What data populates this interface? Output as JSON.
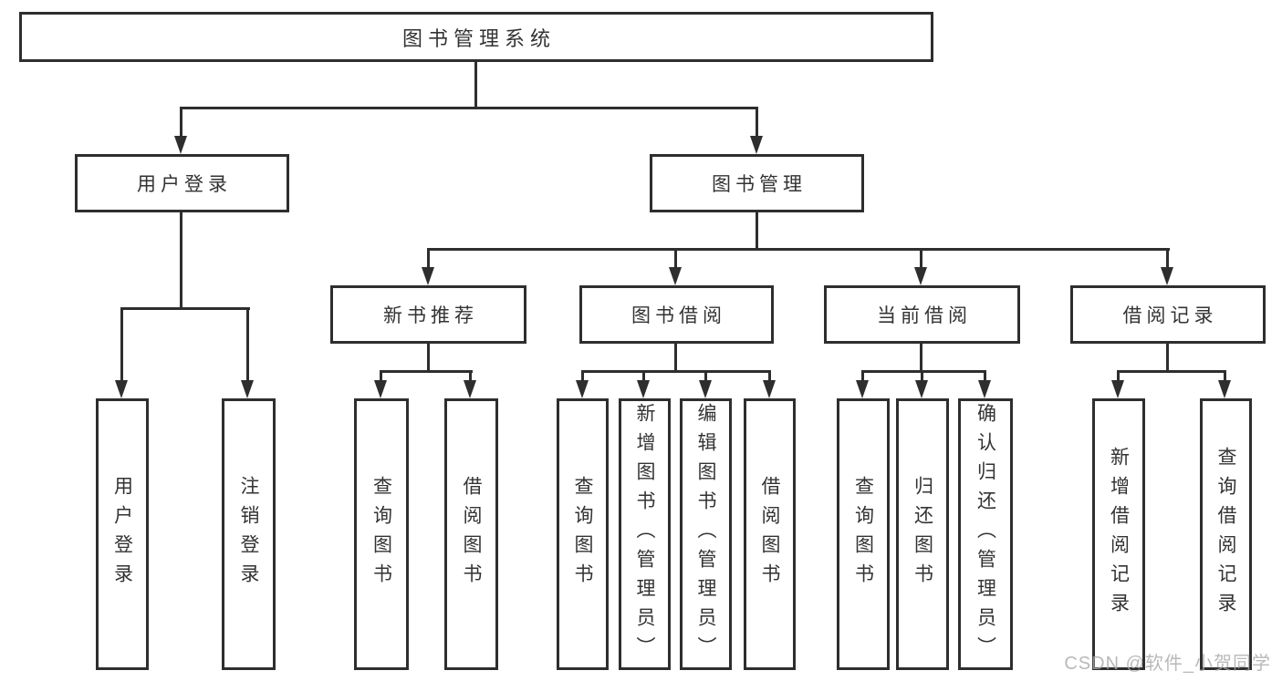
{
  "diagram": {
    "type": "hierarchy-tree",
    "root": {
      "label": "图书管理系统"
    },
    "level2": {
      "user_login": {
        "label": "用户登录"
      },
      "book_management": {
        "label": "图书管理"
      }
    },
    "level3": {
      "new_book_recommend": {
        "label": "新书推荐",
        "parent": "图书管理"
      },
      "book_borrowing": {
        "label": "图书借阅",
        "parent": "图书管理"
      },
      "current_borrowing": {
        "label": "当前借阅",
        "parent": "图书管理"
      },
      "borrowing_records": {
        "label": "借阅记录",
        "parent": "图书管理"
      }
    },
    "leaves": {
      "user_login_leaf": {
        "label": "用户登录",
        "parent": "用户登录"
      },
      "logout": {
        "label": "注销登录",
        "parent": "用户登录"
      },
      "nb_query_books": {
        "label": "查询图书",
        "parent": "新书推荐"
      },
      "nb_borrow_books": {
        "label": "借阅图书",
        "parent": "新书推荐"
      },
      "bb_query_books": {
        "label": "查询图书",
        "parent": "图书借阅"
      },
      "bb_add_books": {
        "label": "新增图书（管理员）",
        "parent": "图书借阅"
      },
      "bb_edit_books": {
        "label": "编辑图书（管理员）",
        "parent": "图书借阅"
      },
      "bb_borrow_books": {
        "label": "借阅图书",
        "parent": "图书借阅"
      },
      "cb_query_books": {
        "label": "查询图书",
        "parent": "当前借阅"
      },
      "cb_return_books": {
        "label": "归还图书",
        "parent": "当前借阅"
      },
      "cb_confirm_return": {
        "label": "确认归还（管理员）",
        "parent": "当前借阅"
      },
      "br_add_record": {
        "label": "新增借阅记录",
        "parent": "借阅记录"
      },
      "br_query_record": {
        "label": "查询借阅记录",
        "parent": "借阅记录"
      }
    }
  },
  "watermark": {
    "text": "CSDN @软件_小贺同学"
  },
  "colors": {
    "line": "#2e2e2e",
    "text": "#333333",
    "watermark": "#a8a8a8",
    "background": "#ffffff"
  }
}
